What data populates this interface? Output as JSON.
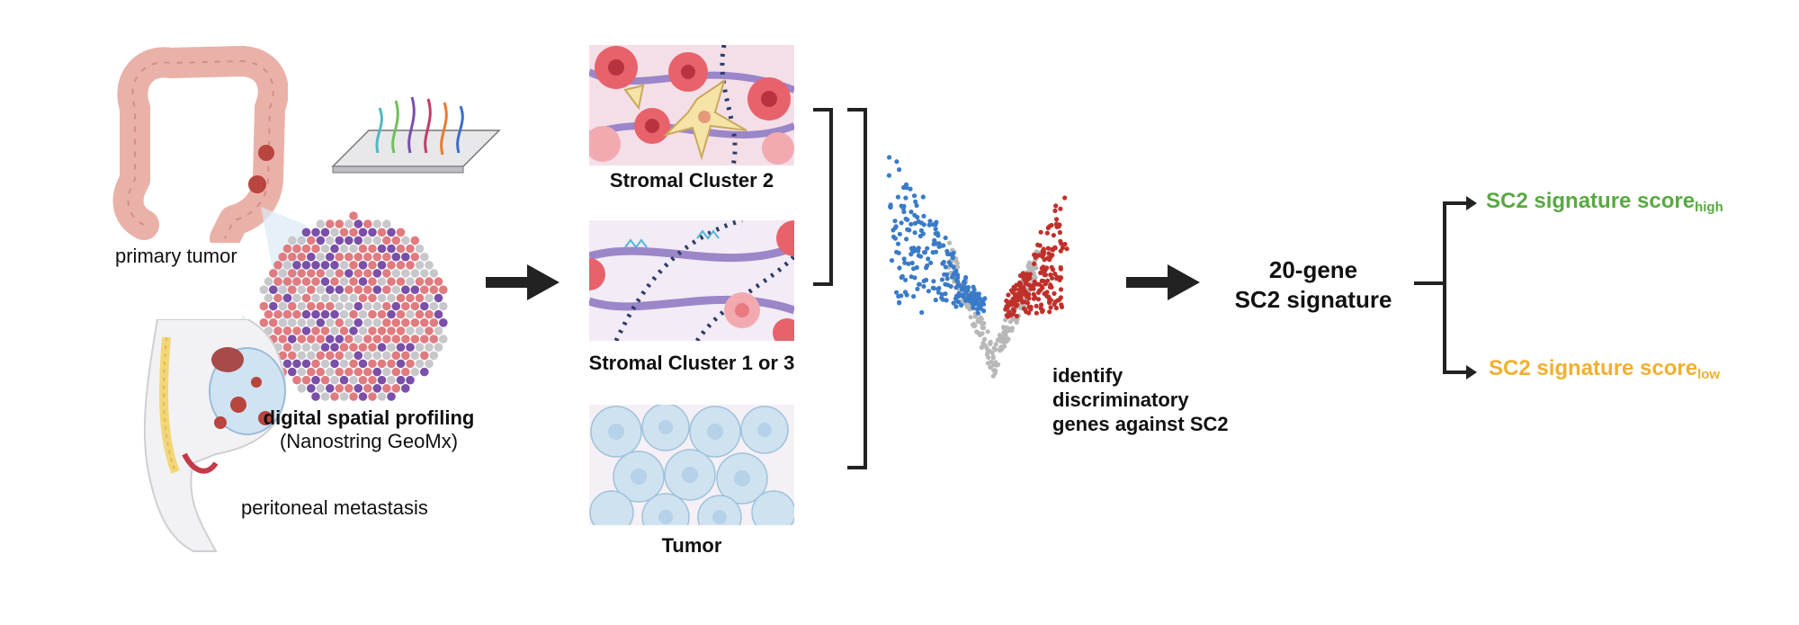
{
  "left": {
    "primary_tumor_label": "primary tumor",
    "dsp_label_line1": "digital spatial profiling",
    "dsp_label_line2": "(Nanostring GeoMx)",
    "metastasis_label": "peritoneal metastasis"
  },
  "middle": {
    "panels": [
      {
        "label": "Stromal Cluster 2"
      },
      {
        "label": "Stromal Cluster 1 or 3"
      },
      {
        "label": "Tumor"
      }
    ]
  },
  "volcano": {
    "caption_line1": "identify",
    "caption_line2": "discriminatory",
    "caption_line3": "genes against SC2"
  },
  "signature": {
    "line1": "20-gene",
    "line2": "SC2 signature"
  },
  "outcomes": {
    "high_main": "SC2 signature score",
    "high_sub": "high",
    "low_main": "SC2 signature score",
    "low_sub": "low"
  },
  "colors": {
    "arrow": "#222222",
    "volcano_up": "#c0302a",
    "volcano_down": "#3a7bc8",
    "volcano_ns": "#b8b8b8",
    "high": "#5aa844",
    "low": "#f0b030",
    "spot_pink": "#e07b80",
    "spot_purple": "#7a4fa8",
    "spot_grey": "#c8c8cc"
  }
}
